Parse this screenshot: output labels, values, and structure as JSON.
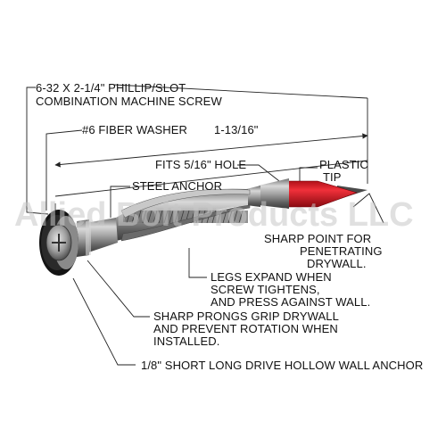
{
  "watermark": "Allied Bolt Products LLC",
  "dimension": "1-13/16\"",
  "labels": {
    "screw_line1": "6-32 X 2-1/4\" PHILLIP/SLOT",
    "screw_line2": "COMBINATION MACHINE SCREW",
    "washer": "#6 FIBER WASHER",
    "hole": "FITS 5/16\" HOLE",
    "tip_line1": "PLASTIC",
    "tip_line2": "TIP",
    "steel": "STEEL ANCHOR",
    "point_line1": "SHARP POINT FOR",
    "point_line2": "PENETRATING",
    "point_line3": "DRYWALL.",
    "legs_line1": "LEGS EXPAND WHEN",
    "legs_line2": "SCREW TIGHTENS,",
    "legs_line3": "AND PRESS AGAINST WALL.",
    "prongs_line1": "SHARP PRONGS GRIP DRYWALL",
    "prongs_line2": "AND PREVENT ROTATION WHEN",
    "prongs_line3": "INSTALLED.",
    "anchor": "1/8\" SHORT LONG DRIVE HOLLOW WALL ANCHOR"
  },
  "colors": {
    "tip_red": "#e0202a",
    "washer_dark": "#1a1a1a",
    "steel": "#9a9a9a"
  }
}
